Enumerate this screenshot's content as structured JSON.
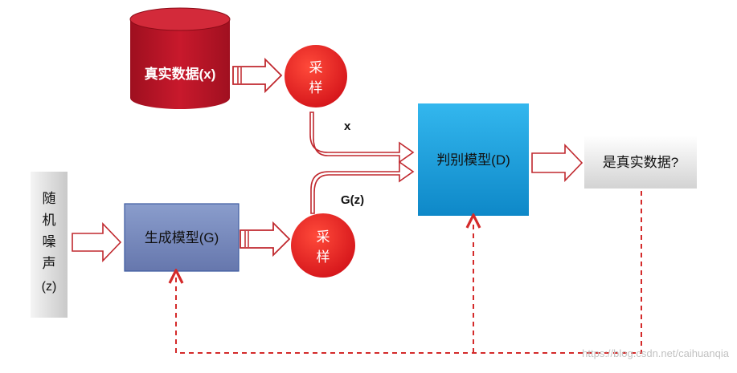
{
  "nodes": {
    "real_data": "真实数据(x)",
    "sample_top": [
      "采",
      "样"
    ],
    "generator": "生成模型(G)",
    "sample_bottom": [
      "采",
      "样"
    ],
    "discriminator": "判别模型(D)",
    "output": "是真实数据?",
    "noise": [
      "随",
      "机",
      "噪",
      "声",
      "(z)"
    ]
  },
  "edge_labels": {
    "x": "x",
    "gz": "G(z)"
  },
  "watermark": "https://blog.csdn.net/caihuanqia",
  "colors": {
    "cylinder": "#c0172a",
    "sample_circle": "#e01e1e",
    "generator_fill": "#7a8ec0",
    "discriminator_fill": "#1aa3e0",
    "arrow_stroke": "#c0282e",
    "feedback_dash": "#d42a2a"
  }
}
